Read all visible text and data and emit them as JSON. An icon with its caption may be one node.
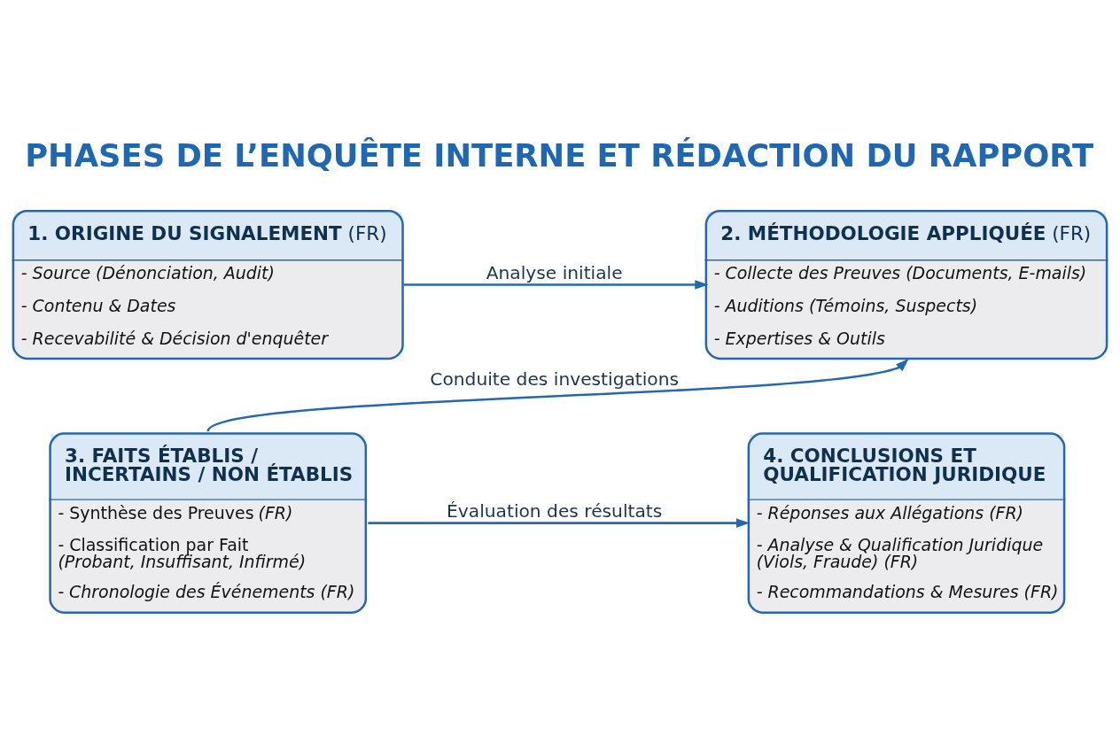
{
  "diagram": {
    "title": "PHASES DE L’ENQUÊTE INTERNE ET RÉDACTION DU RAPPORT",
    "nodes": [
      {
        "text": [
          "**1. ORIGINE DU SIGNALEMENT** (FR)",
          "- Source (Dénonciation, Audit)",
          "- Contenu & Dates",
          "- Recevabilité & Décision d'enquêter"
        ]
      },
      {
        "text": [
          "**2. MÉTHODOLOGIE APPLIQUÉE** (FR)",
          "- Collecte des Preuves (Documents, E-mails)",
          "- Auditions (Témoins, Suspects)",
          "- Expertises & Outils"
        ]
      },
      {
        "text": [
          "3. FAITS ÉTABLIS / INCERTAINS / NON ÉTABLIS",
          "- Synthèse des Preuves *(FR)*",
          "- Classification par Fait *(Probant, Insuffisant, Infirmé)*",
          "- *Chronologie des Événements (FR)*"
        ]
      },
      {
        "text": [
          "4. CONCLUSIONS ET QUALIFICATION JURIDIQUE",
          "- Réponses aux Allégations (FR)",
          "- Analyse & Qualification Juridique (Viols, Fraude) (FR)",
          "- Recommandations & Mesures (FR)"
        ]
      }
    ],
    "edges": [
      {
        "from": 0,
        "to": 1,
        "arrow": "to",
        "label": "Analyse initiale"
      },
      {
        "from": 2,
        "to": 1,
        "arrow": "to",
        "label": "Conduite des investigations"
      },
      {
        "from": 2,
        "to": 3,
        "arrow": "to",
        "label": "Évaluation des résultats"
      }
    ]
  }
}
